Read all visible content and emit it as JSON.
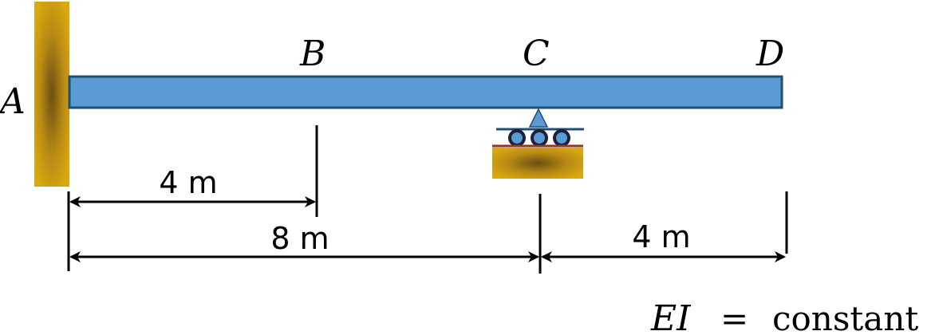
{
  "points": {
    "a": "A",
    "b": "B",
    "c": "C",
    "d": "D"
  },
  "dimensions": {
    "ab": "4 m",
    "ac": "8 m",
    "cd": "4 m"
  },
  "note": {
    "ei_symbol": "EI",
    "equals": "=",
    "value": "constant"
  },
  "colors": {
    "beam_fill": "#5b9bd5",
    "beam_stroke": "#1f4e79",
    "support_gold": "#c99a10",
    "roller_blue": "#5b9bd5"
  }
}
